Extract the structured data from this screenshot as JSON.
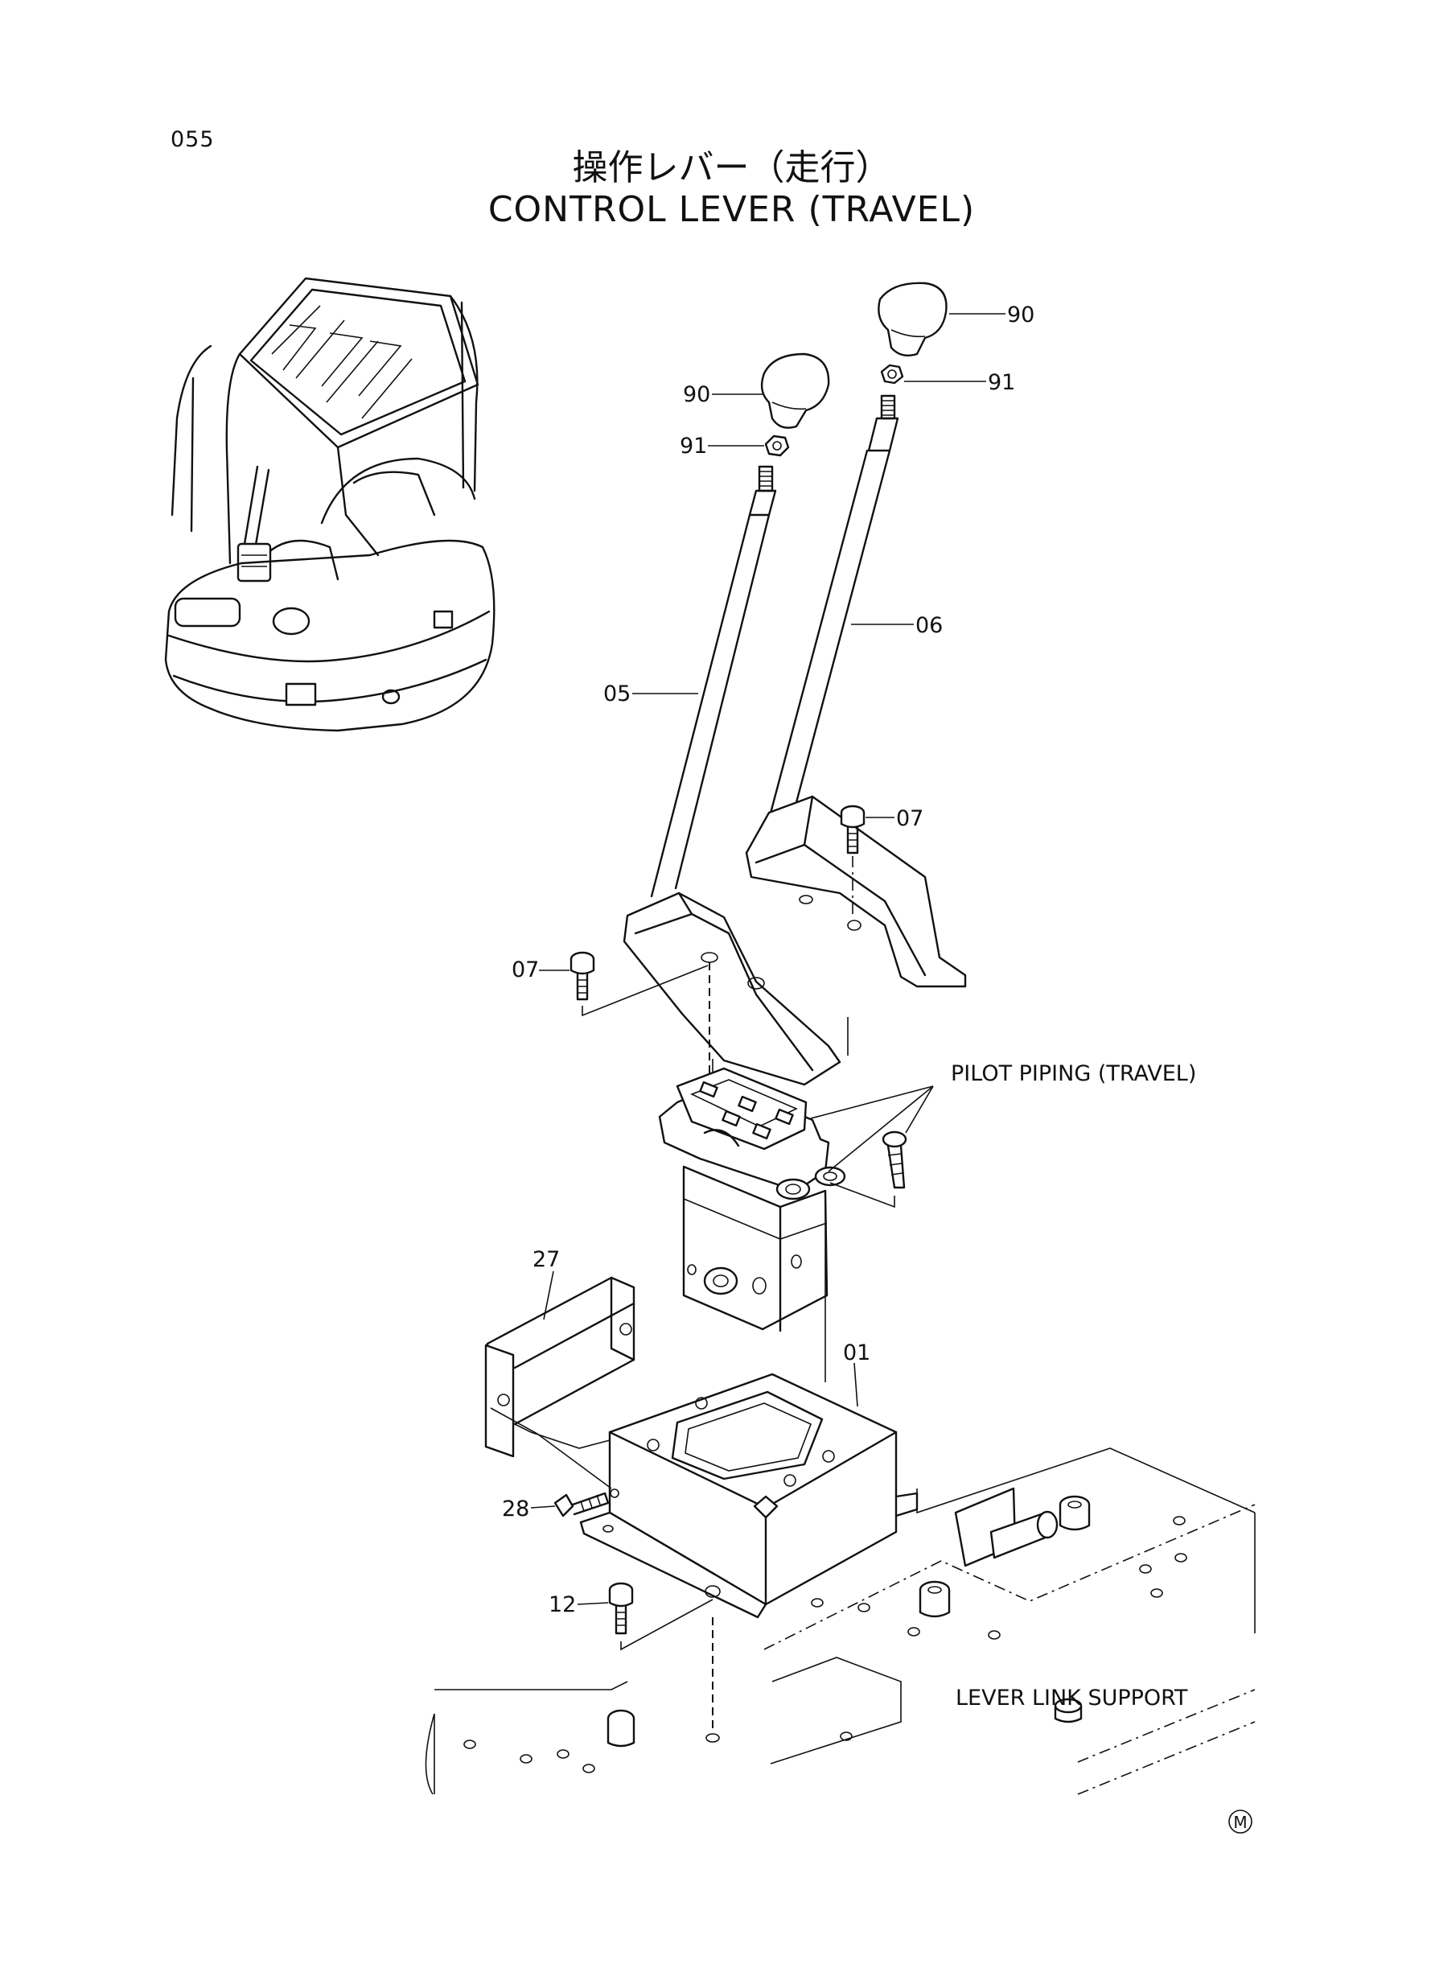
{
  "page_number": "055",
  "title_jp": "操作レバー（走行）",
  "title_en": "CONTROL LEVER (TRAVEL)",
  "callouts": {
    "knob_right": "90",
    "nut_right": "91",
    "knob_left": "90",
    "nut_left": "91",
    "lever_right": "06",
    "lever_left": "05",
    "bolt_right": "07",
    "bolt_left": "07",
    "pilot_valve_bracket": "01",
    "plate": "27",
    "bolt_28": "28",
    "bolt_12": "12"
  },
  "annotations": {
    "pilot_piping": "PILOT PIPING (TRAVEL)",
    "lever_link_support": "LEVER LINK SUPPORT"
  },
  "mark": "M",
  "icons": {
    "machine_overview": "excavator-cab-icon",
    "circle_mark": "circled-m-icon"
  }
}
